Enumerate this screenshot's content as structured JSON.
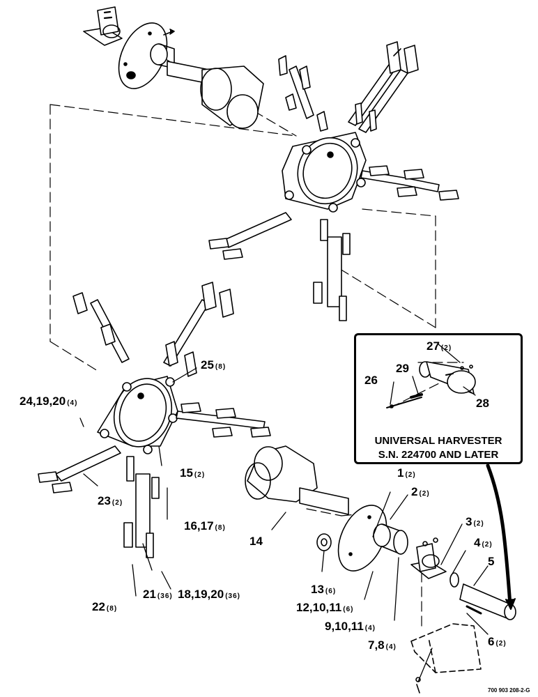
{
  "labels": {
    "l1": {
      "main": "1",
      "qty": "(2)"
    },
    "l2": {
      "main": "2",
      "qty": "(2)"
    },
    "l3": {
      "main": "3",
      "qty": "(2)"
    },
    "l4": {
      "main": "4",
      "qty": "(2)"
    },
    "l5": {
      "main": "5",
      "qty": ""
    },
    "l6": {
      "main": "6",
      "qty": "(2)"
    },
    "l7_8": {
      "main": "7,8",
      "qty": "(4)"
    },
    "l9_10_11": {
      "main": "9,10,11",
      "qty": "(4)"
    },
    "l12_10_11": {
      "main": "12,10,11",
      "qty": "(6)"
    },
    "l13": {
      "main": "13",
      "qty": "(6)"
    },
    "l14": {
      "main": "14",
      "qty": ""
    },
    "l15": {
      "main": "15",
      "qty": "(2)"
    },
    "l16_17": {
      "main": "16,17",
      "qty": "(8)"
    },
    "l18_19_20": {
      "main": "18,19,20",
      "qty": "(36)"
    },
    "l21": {
      "main": "21",
      "qty": "(36)"
    },
    "l22": {
      "main": "22",
      "qty": "(8)"
    },
    "l23": {
      "main": "23",
      "qty": "(2)"
    },
    "l24_19_20": {
      "main": "24,19,20",
      "qty": "(4)"
    },
    "l25": {
      "main": "25",
      "qty": "(8)"
    },
    "l26": {
      "main": "26",
      "qty": ""
    },
    "l27": {
      "main": "27",
      "qty": "(2)"
    },
    "l28": {
      "main": "28",
      "qty": ""
    },
    "l29": {
      "main": "29",
      "qty": ""
    }
  },
  "inset": {
    "line1": "UNIVERSAL HARVESTER",
    "line2": "S.N. 224700 AND LATER"
  },
  "drawing_number": "700 903 208-2-G"
}
